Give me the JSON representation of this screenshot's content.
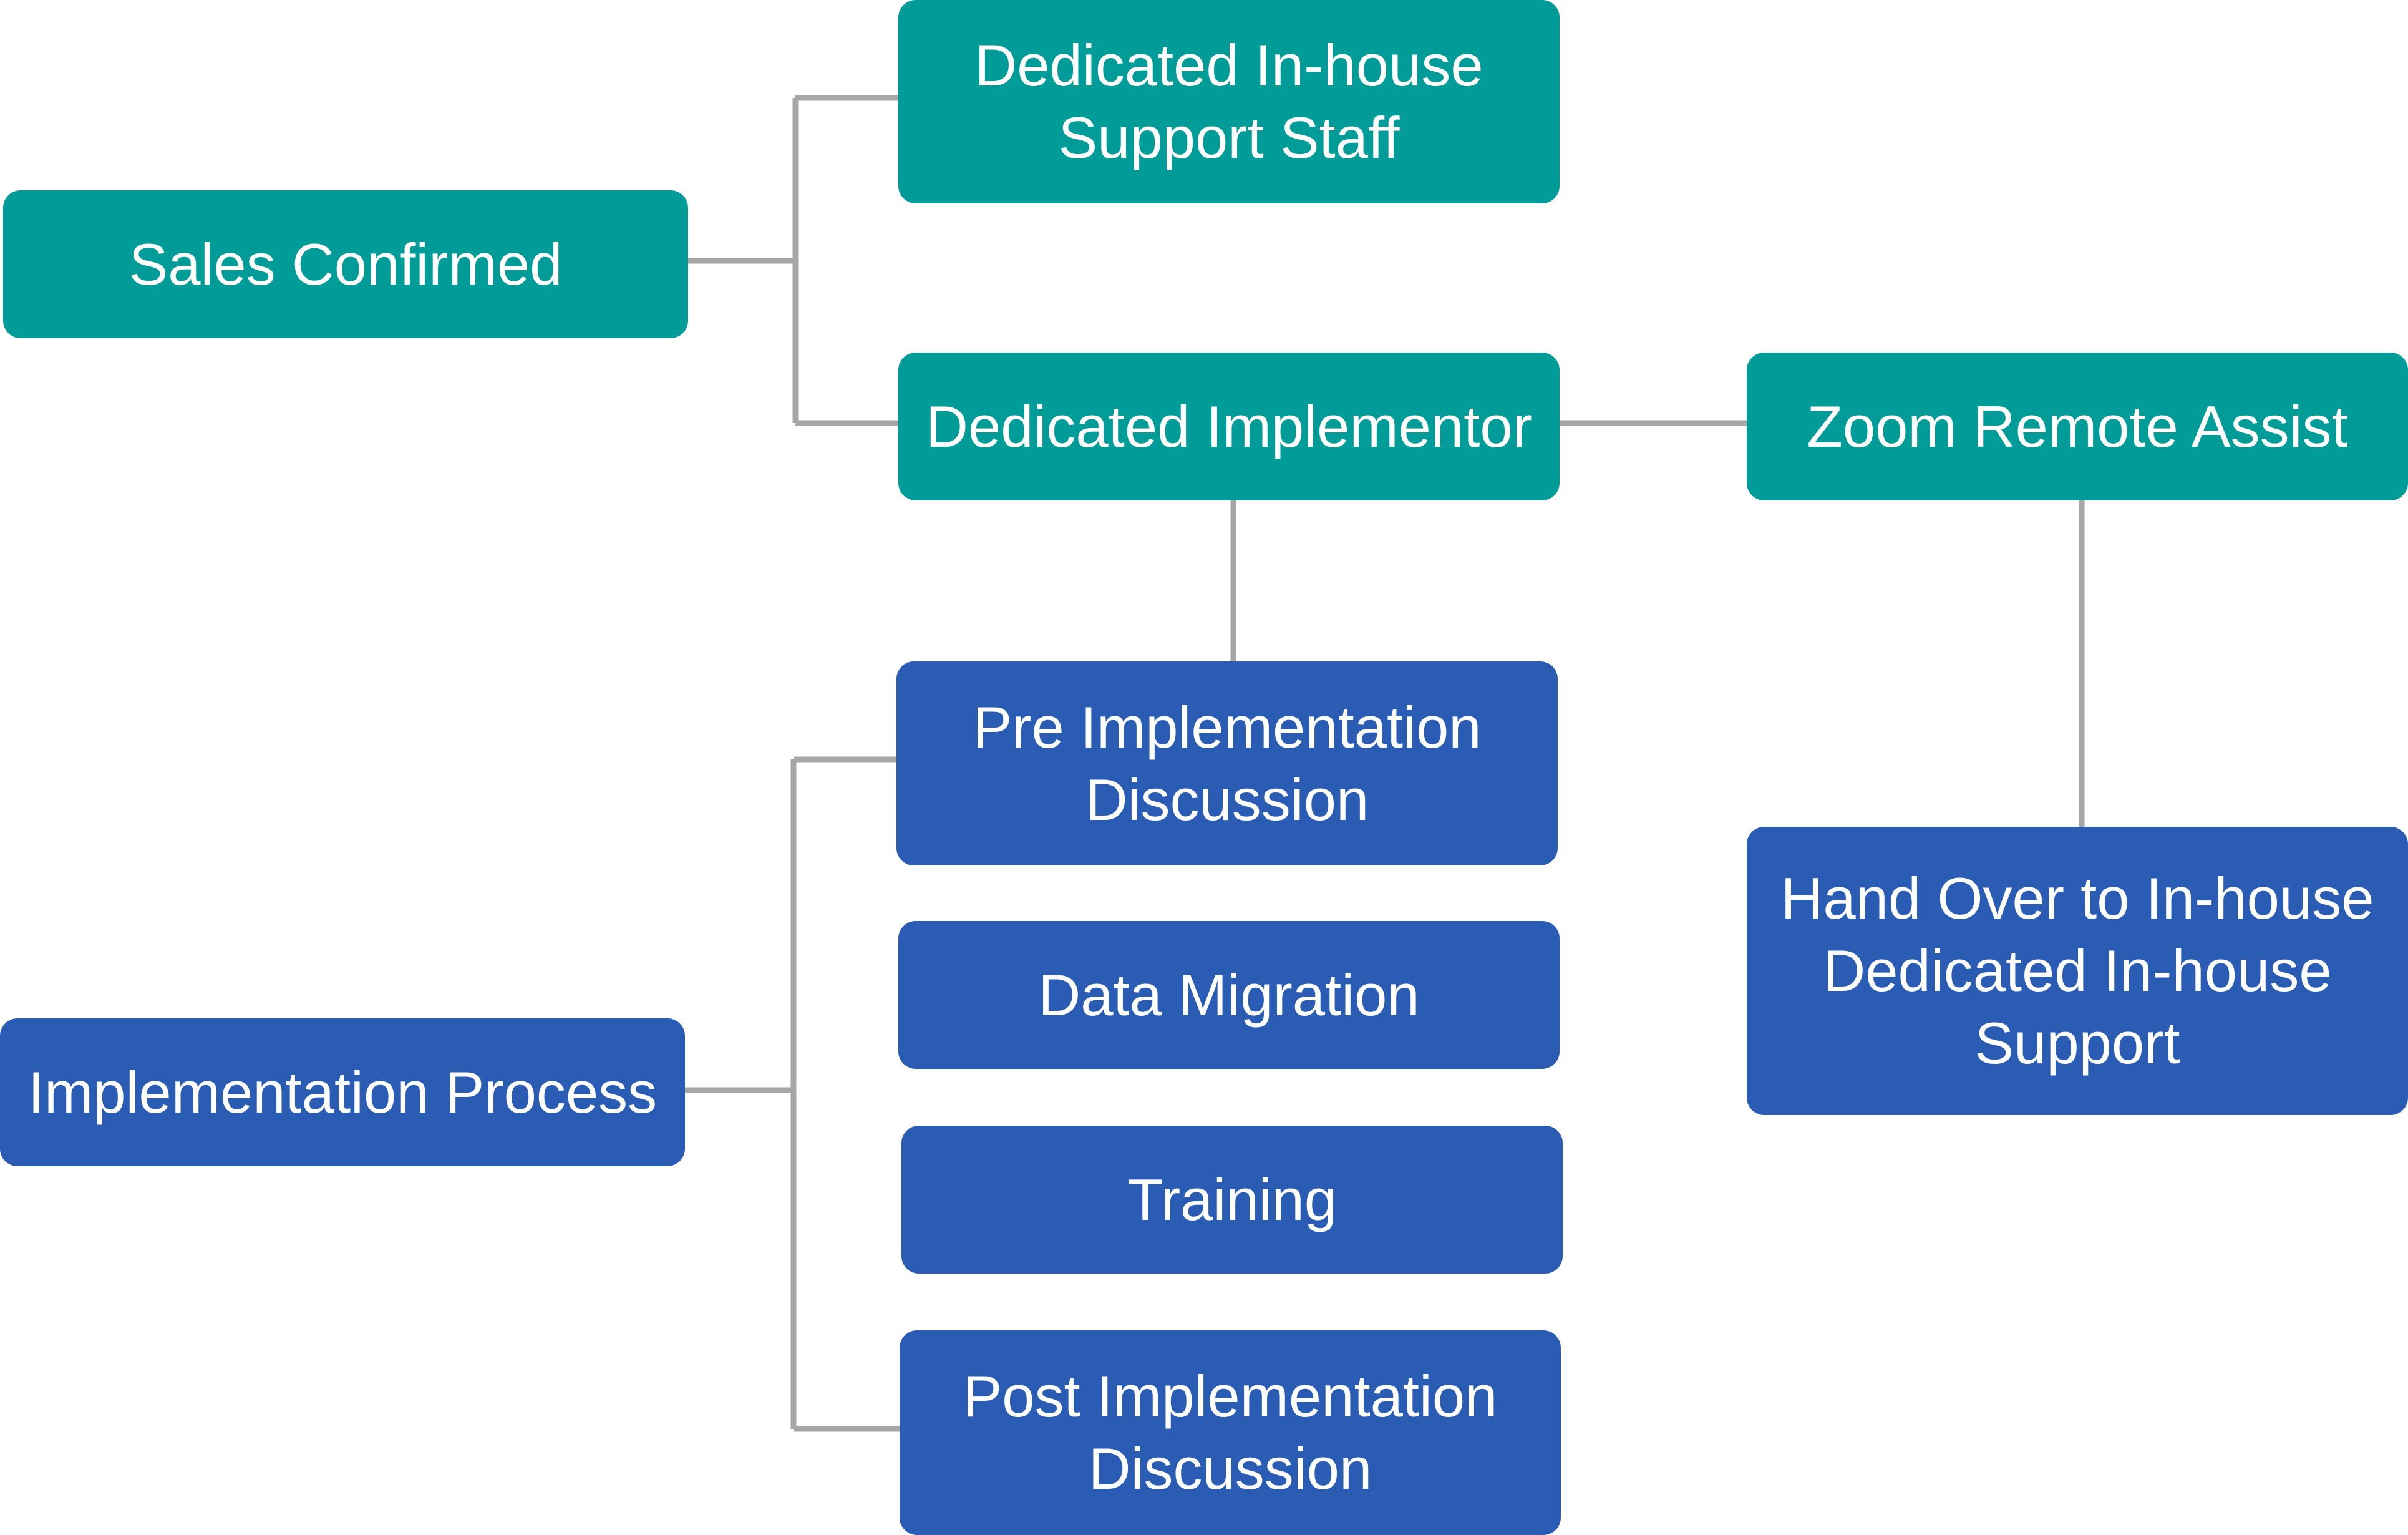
{
  "colors": {
    "teal": "#019b98",
    "blue": "#2b5cb3",
    "connector": "#a6a6a6",
    "text": "#ffffff"
  },
  "nodes": {
    "sales_confirmed": "Sales Confirmed",
    "dedicated_support_staff": "Dedicated In-house\nSupport Staff",
    "dedicated_implementor": "Dedicated Implementor",
    "zoom_remote_assist": "Zoom Remote Assist",
    "pre_implementation": "Pre Implementation\nDiscussion",
    "data_migration": "Data Migration",
    "training": "Training",
    "post_implementation": "Post Implementation\nDiscussion",
    "implementation_process": "Implementation Process",
    "hand_over": "Hand Over to In-house\nDedicated In-house\nSupport"
  },
  "edges": [
    {
      "from": "sales_confirmed",
      "to": "dedicated_support_staff"
    },
    {
      "from": "sales_confirmed",
      "to": "dedicated_implementor"
    },
    {
      "from": "dedicated_implementor",
      "to": "zoom_remote_assist"
    },
    {
      "from": "dedicated_implementor",
      "to": "pre_implementation"
    },
    {
      "from": "zoom_remote_assist",
      "to": "hand_over"
    },
    {
      "from": "implementation_process",
      "to": "pre_implementation"
    },
    {
      "from": "implementation_process",
      "to": "post_implementation"
    }
  ]
}
